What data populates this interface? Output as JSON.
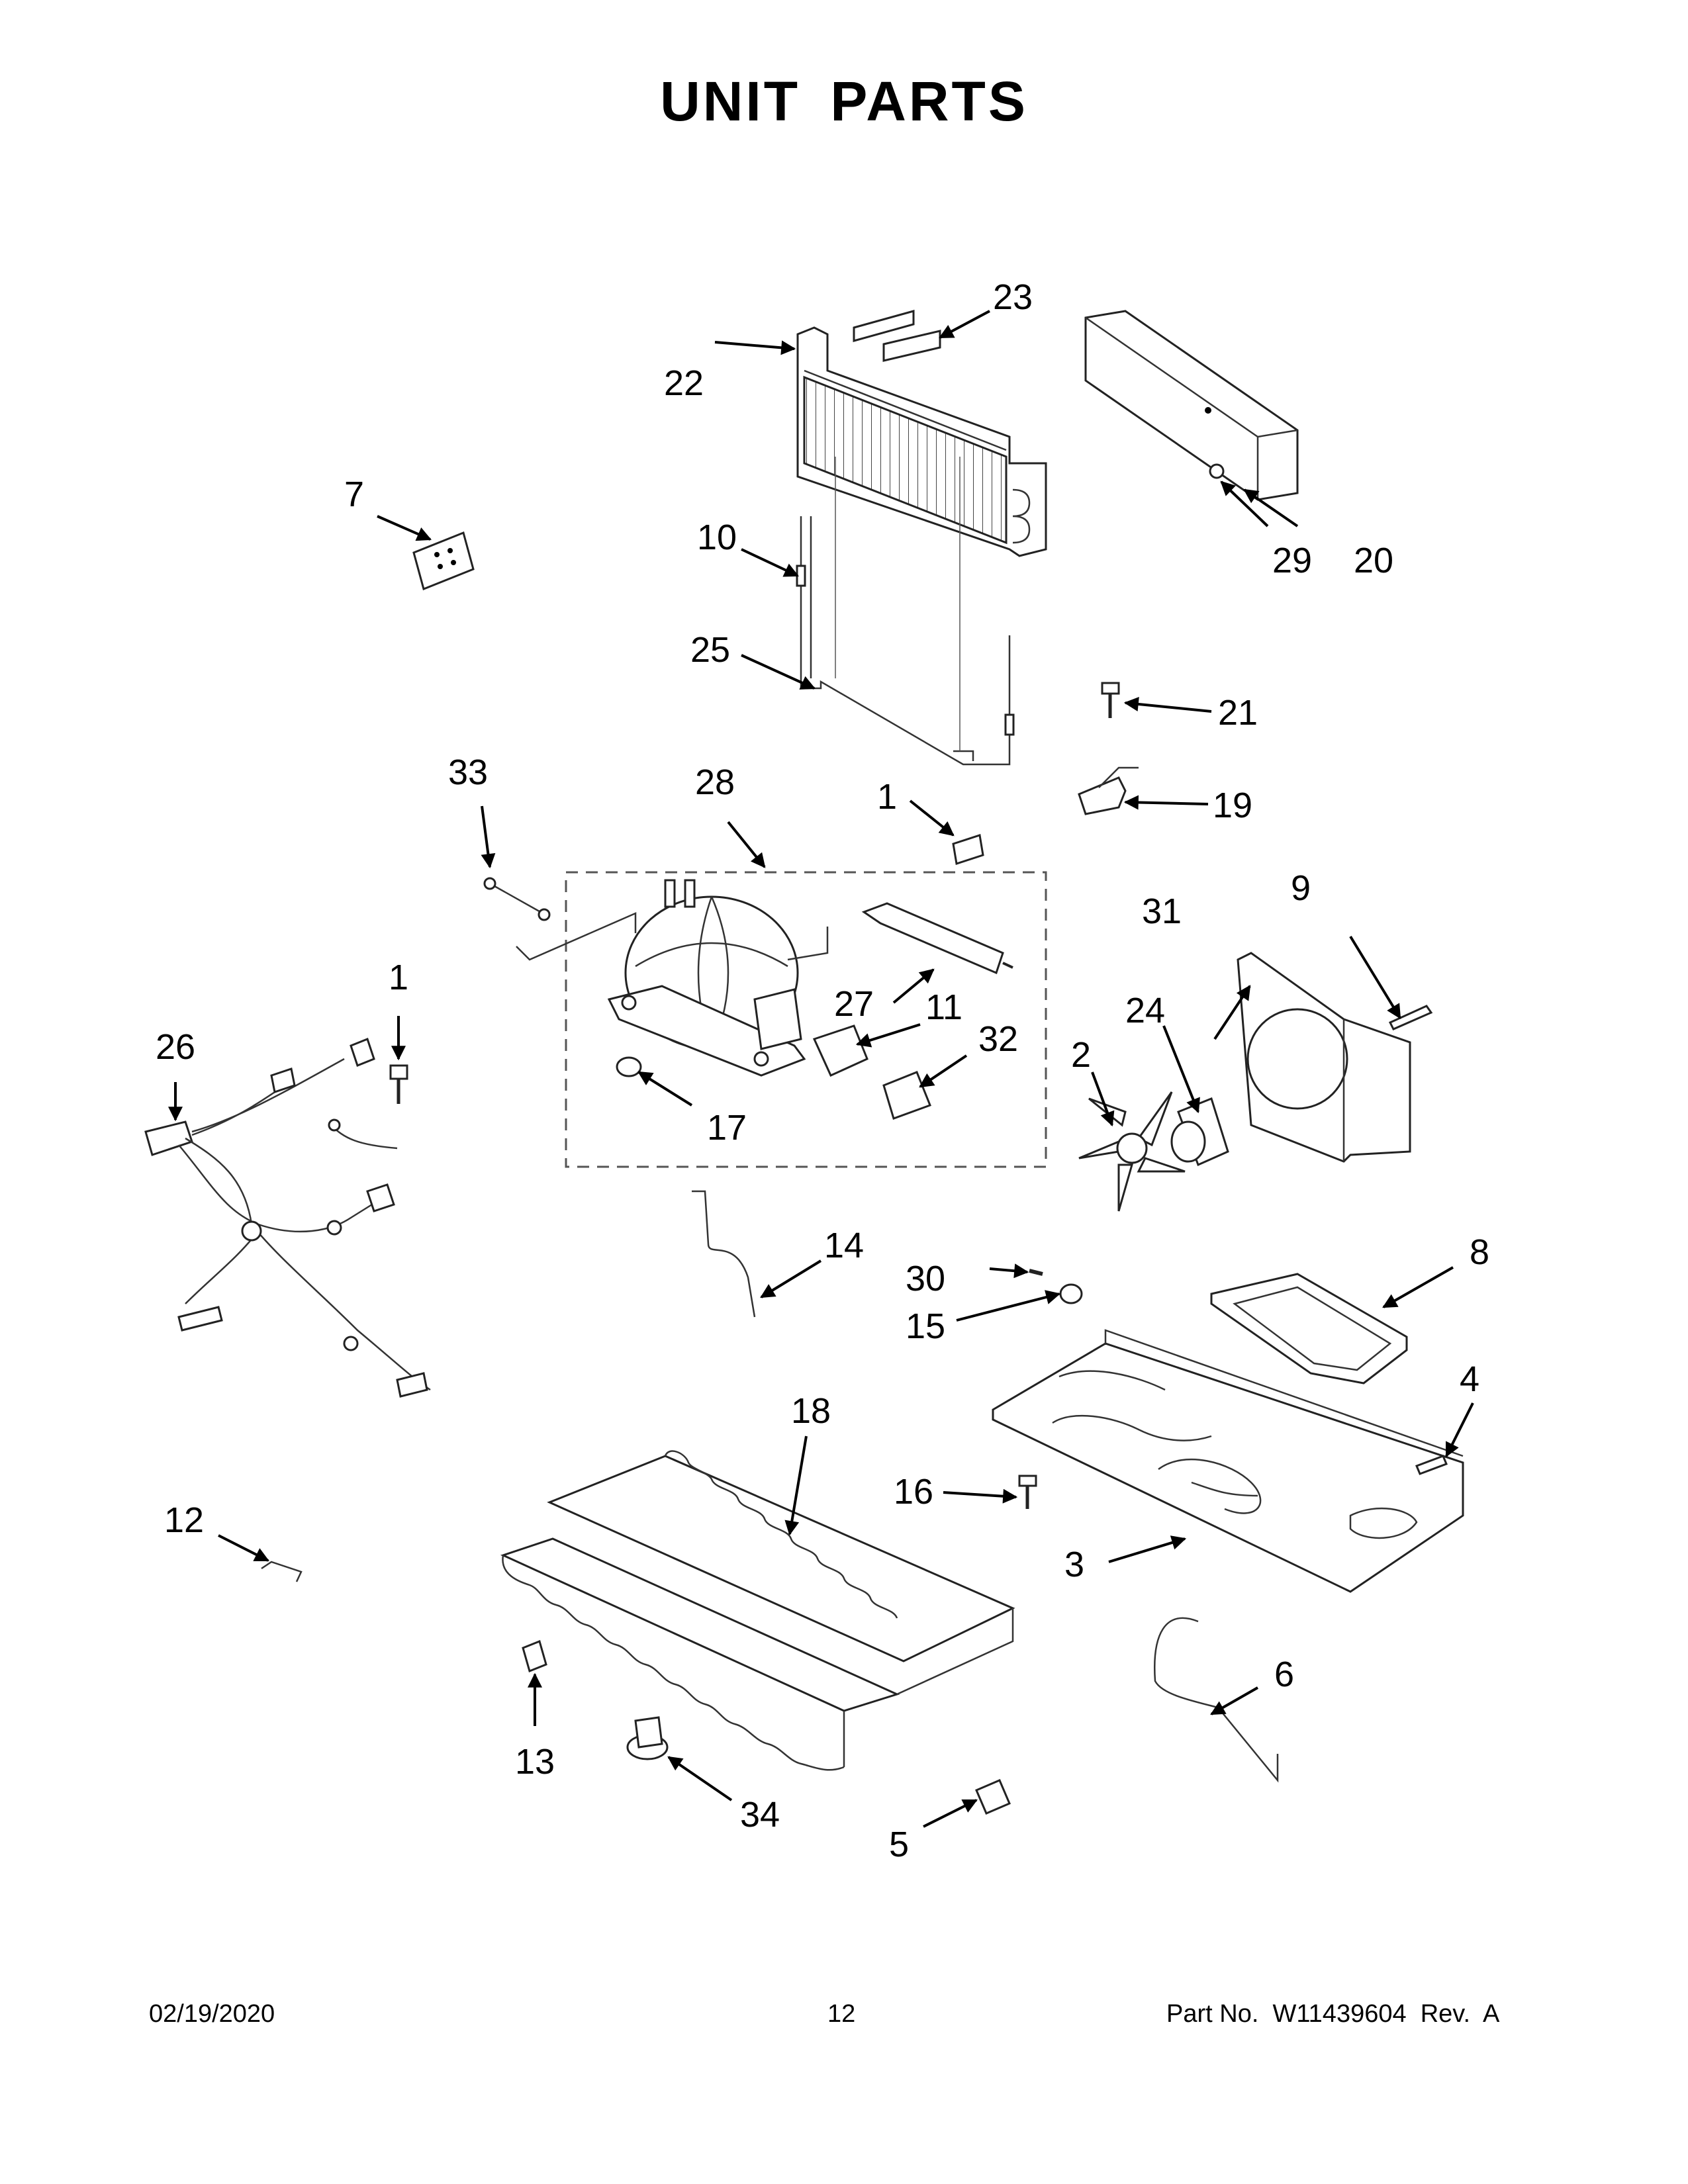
{
  "title": "UNIT PARTS",
  "callouts": [
    "1",
    "1",
    "2",
    "3",
    "4",
    "5",
    "6",
    "7",
    "8",
    "9",
    "10",
    "11",
    "12",
    "13",
    "14",
    "15",
    "16",
    "17",
    "18",
    "19",
    "20",
    "21",
    "22",
    "23",
    "24",
    "25",
    "26",
    "27",
    "28",
    "29",
    "30",
    "31",
    "32",
    "33",
    "34"
  ],
  "footer": {
    "date": "02/19/2020",
    "page": "12",
    "part_no": "Part No.  W11439604  Rev.  A"
  }
}
